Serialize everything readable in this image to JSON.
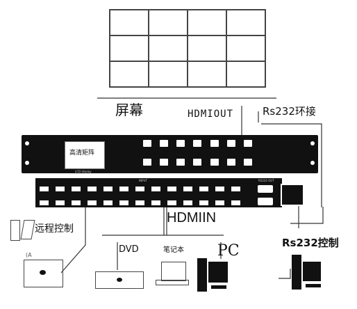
{
  "labels": {
    "screen": "屏幕",
    "hdmi_out": "HDMIOUT",
    "rs232_loop": "Rs232环接",
    "hdmi_in": "HDMIIN",
    "remote": "远程控制",
    "remote_small": "(A",
    "dvd": "DVD",
    "laptop": "笔记本",
    "pc": "PC",
    "rs232_control": "Rs232控制",
    "lcd_text": "高清矩阵",
    "lcd_sub": "LCD display",
    "rear_input": "INPUT",
    "rear_rs232": "RS232 OUT"
  },
  "colors": {
    "device": "#111111",
    "line": "#333333",
    "screen_border": "#444444"
  }
}
